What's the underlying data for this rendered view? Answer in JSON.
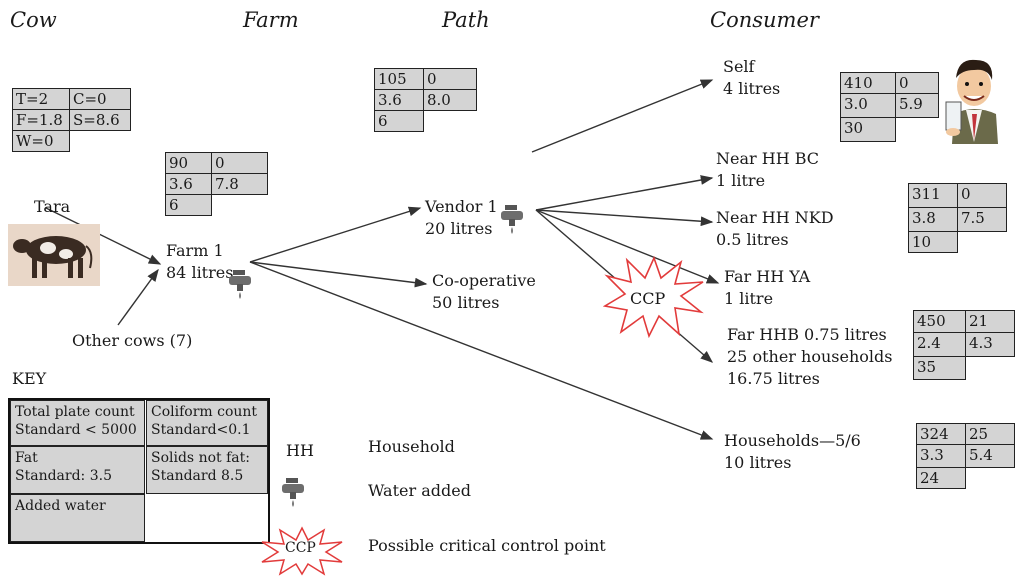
{
  "headers": {
    "cow": "Cow",
    "farm": "Farm",
    "path": "Path",
    "consumer": "Consumer"
  },
  "cow_box": {
    "t": "T=2",
    "c": "C=0",
    "f": "F=1.8",
    "s": "S=8.6",
    "w": "W=0"
  },
  "farm_box": {
    "t": "90",
    "c": "0",
    "f": "3.6",
    "s": "7.8",
    "w": "6"
  },
  "path_box": {
    "t": "105",
    "c": "0",
    "f": "3.6",
    "s": "8.0",
    "w": "6"
  },
  "self_box": {
    "t": "410",
    "c": "0",
    "f": "3.0",
    "s": "5.9",
    "w": "30"
  },
  "nkd_box": {
    "t": "311",
    "c": "0",
    "f": "3.8",
    "s": "7.5",
    "w": "10"
  },
  "far_box": {
    "t": "450",
    "c": "21",
    "f": "2.4",
    "s": "4.3",
    "w": "35"
  },
  "hh_box": {
    "t": "324",
    "c": "25",
    "f": "3.3",
    "s": "5.4",
    "w": "24"
  },
  "nodes": {
    "tara": "Tara",
    "other_cows": "Other cows (7)",
    "farm1_name": "Farm 1",
    "farm1_vol": "84 litres",
    "vendor_name": "Vendor 1",
    "vendor_vol": "20 litres",
    "coop_name": "Co-operative",
    "coop_vol": "50 litres",
    "self_name": "Self",
    "self_vol": "4 litres",
    "bc_name": "Near HH BC",
    "bc_vol": "1 litre",
    "nkd_name": "Near HH NKD",
    "nkd_vol": "0.5 litres",
    "ya_name": "Far HH YA",
    "ya_vol": "1 litre",
    "hhb_line": "Far HHB 0.75 litres",
    "other_hh_line": "25 other households",
    "other_hh_vol": "16.75 litres",
    "households_name": "Households—5/6",
    "households_vol": "10 litres",
    "ccp": "CCP"
  },
  "key": {
    "title": "KEY",
    "tpc": "Total plate count",
    "tpc_std": "Standard < 5000",
    "coliform": "Coliform count",
    "coliform_std": "Standard<0.1",
    "fat": "Fat",
    "fat_std": "Standard: 3.5",
    "snf": "Solids not fat:",
    "snf_std": "Standard 8.5",
    "water": "Added water",
    "hh_abbr": "HH",
    "hh_desc": "Household",
    "water_desc": "Water added",
    "ccp_label": "CCP",
    "ccp_desc": "Possible critical control point"
  },
  "colors": {
    "cell_fill": "#d4d4d4",
    "ccp_stroke": "#e23b3b",
    "arrow": "#333333"
  }
}
